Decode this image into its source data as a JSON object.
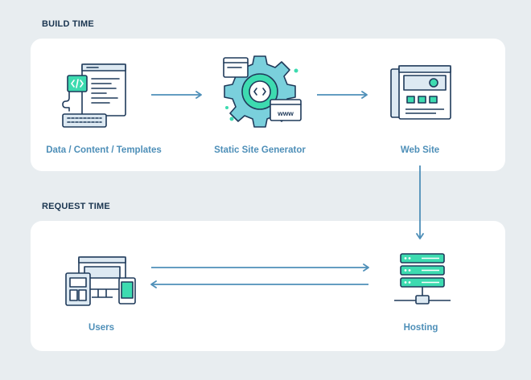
{
  "sections": {
    "build": {
      "title": "BUILD TIME"
    },
    "request": {
      "title": "REQUEST TIME"
    }
  },
  "nodes": {
    "data": {
      "label": "Data / Content / Templates",
      "icon": "code-editor-icon"
    },
    "generator": {
      "label": "Static Site Generator",
      "icon": "gear-icon"
    },
    "website": {
      "label": "Web Site",
      "icon": "website-pages-icon"
    },
    "users": {
      "label": "Users",
      "icon": "devices-icon"
    },
    "hosting": {
      "label": "Hosting",
      "icon": "server-icon"
    }
  },
  "generator_badge": "www",
  "colors": {
    "background": "#e8edf0",
    "panel": "#ffffff",
    "title": "#1a3550",
    "label": "#4e8fb8",
    "arrow": "#4e8fb8",
    "outline": "#1f3a5a",
    "accent": "#3ddbb0",
    "icon_fill": "#dde9f2"
  }
}
